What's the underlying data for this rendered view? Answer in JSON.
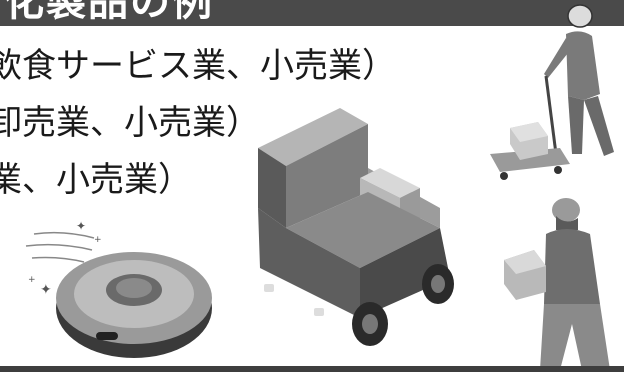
{
  "banner": {
    "text": "化製品の例"
  },
  "lines": [
    "飲食サービス業、小売業）",
    "卸売業、小売業）",
    "業、小売業）"
  ],
  "icons": [
    "robot-vacuum-icon",
    "delivery-robot-icon",
    "worker-with-cart-icon",
    "worker-carrying-box-icon"
  ],
  "colors": {
    "banner": "#4a4a4a",
    "text": "#1a1a1a",
    "robot": "#6e6e6e"
  }
}
